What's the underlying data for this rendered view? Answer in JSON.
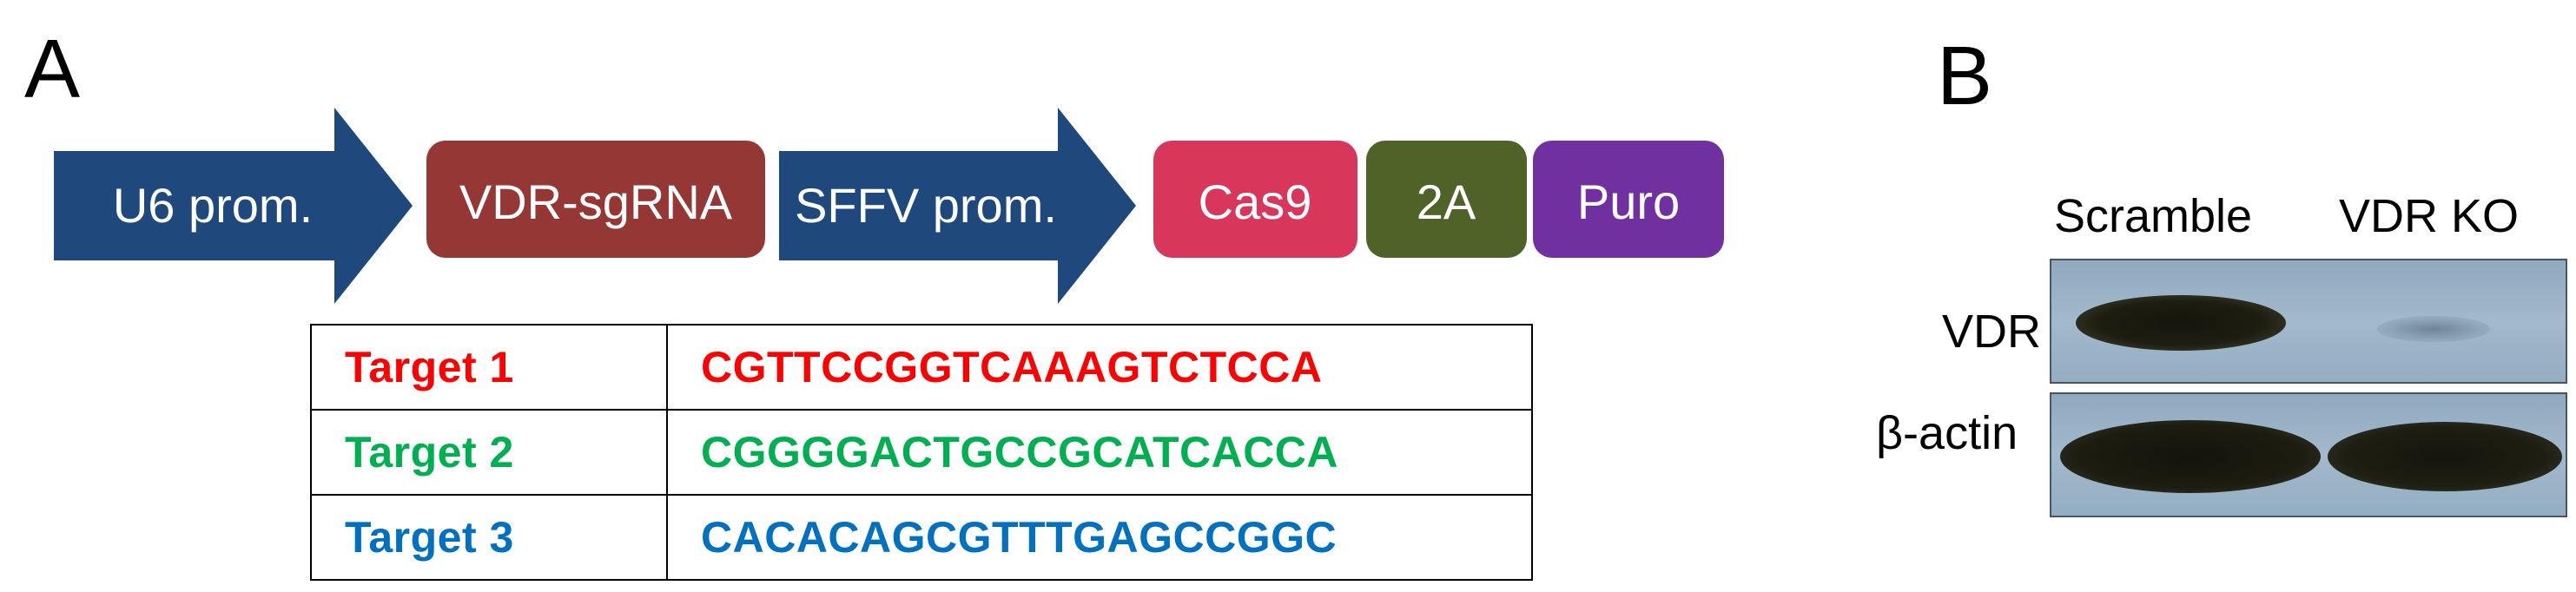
{
  "panels": {
    "a": "A",
    "b": "B"
  },
  "construct": {
    "elements": [
      {
        "label": "U6 prom.",
        "shape": "arrow",
        "color": "#1f497d"
      },
      {
        "label": "VDR-sgRNA",
        "shape": "box",
        "color": "#953735"
      },
      {
        "label": "SFFV prom.",
        "shape": "arrow",
        "color": "#1f497d"
      },
      {
        "label": "Cas9",
        "shape": "box",
        "color": "#d9365b"
      },
      {
        "label": "2A",
        "shape": "box",
        "color": "#4f6228"
      },
      {
        "label": "Puro",
        "shape": "box",
        "color": "#7030a0"
      }
    ]
  },
  "targets": {
    "rows": [
      {
        "name": "Target 1",
        "sequence": "CGTTCCGGTCAAAGTCTCCA",
        "color": "#ff0000"
      },
      {
        "name": "Target 2",
        "sequence": "CGGGGACTGCCGCATCACCA",
        "color": "#00b050"
      },
      {
        "name": "Target 3",
        "sequence": "CACACAGCGTTTGAGCCGGC",
        "color": "#0070c0"
      }
    ]
  },
  "western_blot": {
    "lanes": [
      "Scramble",
      "VDR KO"
    ],
    "rows": [
      "VDR",
      "β-actin"
    ]
  }
}
